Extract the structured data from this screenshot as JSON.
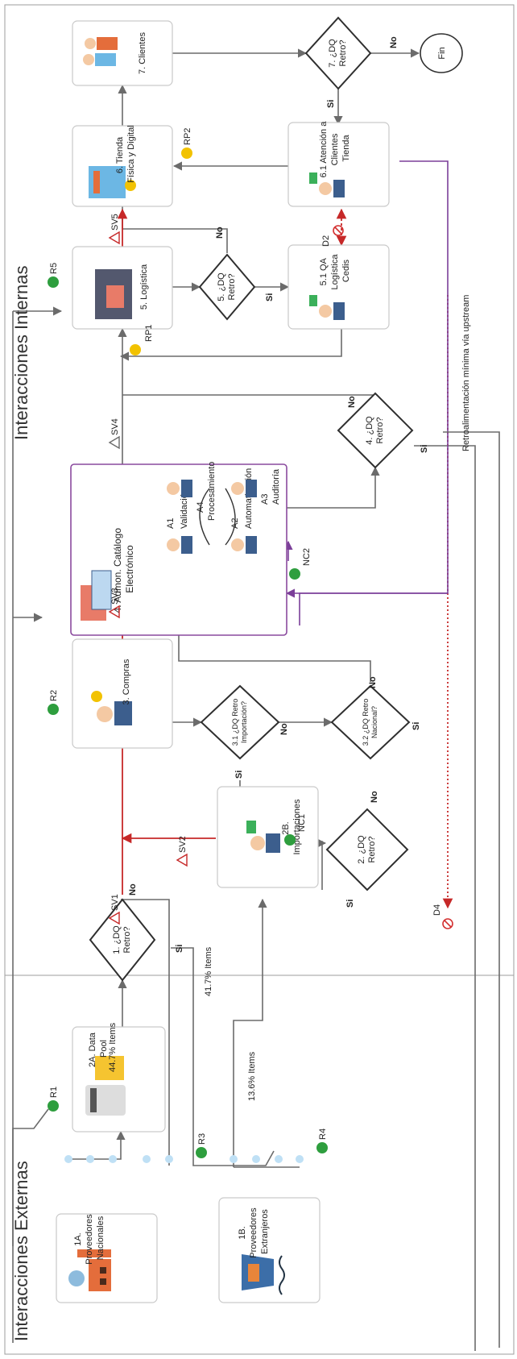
{
  "sections": {
    "external": "Interacciones Externas",
    "internal": "Interacciones Internas"
  },
  "nodes": {
    "n1a": [
      "1A.",
      "Proveedores",
      "Nacionales"
    ],
    "n1b": [
      "1B.",
      "Proveedores",
      "Extranjeros"
    ],
    "n2a": [
      "2A. Data",
      "Pool"
    ],
    "n2b": [
      "2B.",
      "Importaciones"
    ],
    "n3": [
      "3. Compras"
    ],
    "n4": [
      "4. Admon. Catálogo",
      "Electrónico"
    ],
    "n5": [
      "5. Logística"
    ],
    "n6": [
      "6. Tienda",
      "Física y Digital"
    ],
    "n7": [
      "7. Clientes"
    ],
    "n51": [
      "5.1 QA",
      "Logística",
      "Cedis"
    ],
    "n61": [
      "6.1 Atención a",
      "Clientes",
      "Tienda"
    ],
    "a1": "A1",
    "a1_label": "Validación",
    "a2": "A2",
    "a2_label": "Automatización",
    "a3": "A3",
    "a3_label": "Auditoría",
    "a4": "A4",
    "a4_label": "Procesamiento"
  },
  "decisions": {
    "d1": [
      "1. ¿DQ",
      "Retro?"
    ],
    "d2": [
      "2. ¿DQ",
      "Retro?"
    ],
    "d31": [
      "3.1 ¿DQ Retro",
      "Importación?"
    ],
    "d32": [
      "3.2 ¿DQ Retro",
      "Nacional?"
    ],
    "d4": [
      "4. ¿DQ",
      "Retro?"
    ],
    "d5": [
      "5. ¿DQ",
      "Retro?"
    ],
    "d7": [
      "7. ¿DQ",
      "Retro?"
    ],
    "fin": "Fin"
  },
  "labels": {
    "si": "Si",
    "no": "No",
    "pct1": "44.7% Items",
    "pct2": "41.7% Items",
    "pct3": "13.6% Items",
    "retro": "Retroalimentación mínima vía upstream",
    "R1": "R1",
    "R2": "R2",
    "R3": "R3",
    "R4": "R4",
    "R5": "R5",
    "RP1": "RP1",
    "RP2": "RP2",
    "NC1": "NC1",
    "NC2": "NC2",
    "SV1": "SV1",
    "SV2": "SV2",
    "SV3": "SV3",
    "SV4": "SV4",
    "SV5": "SV5",
    "D2": "D2",
    "D4": "D4"
  },
  "colors": {
    "flow": "#6b6b6b",
    "risk": "#c62828",
    "feedback": "#7b3f99",
    "ok_badge": "#2e9e3e",
    "rp_badge": "#f2c200",
    "danger": "#d32f2f",
    "connector_dot": "#bfe0f5",
    "catalog_border": "#8a4a9e"
  }
}
